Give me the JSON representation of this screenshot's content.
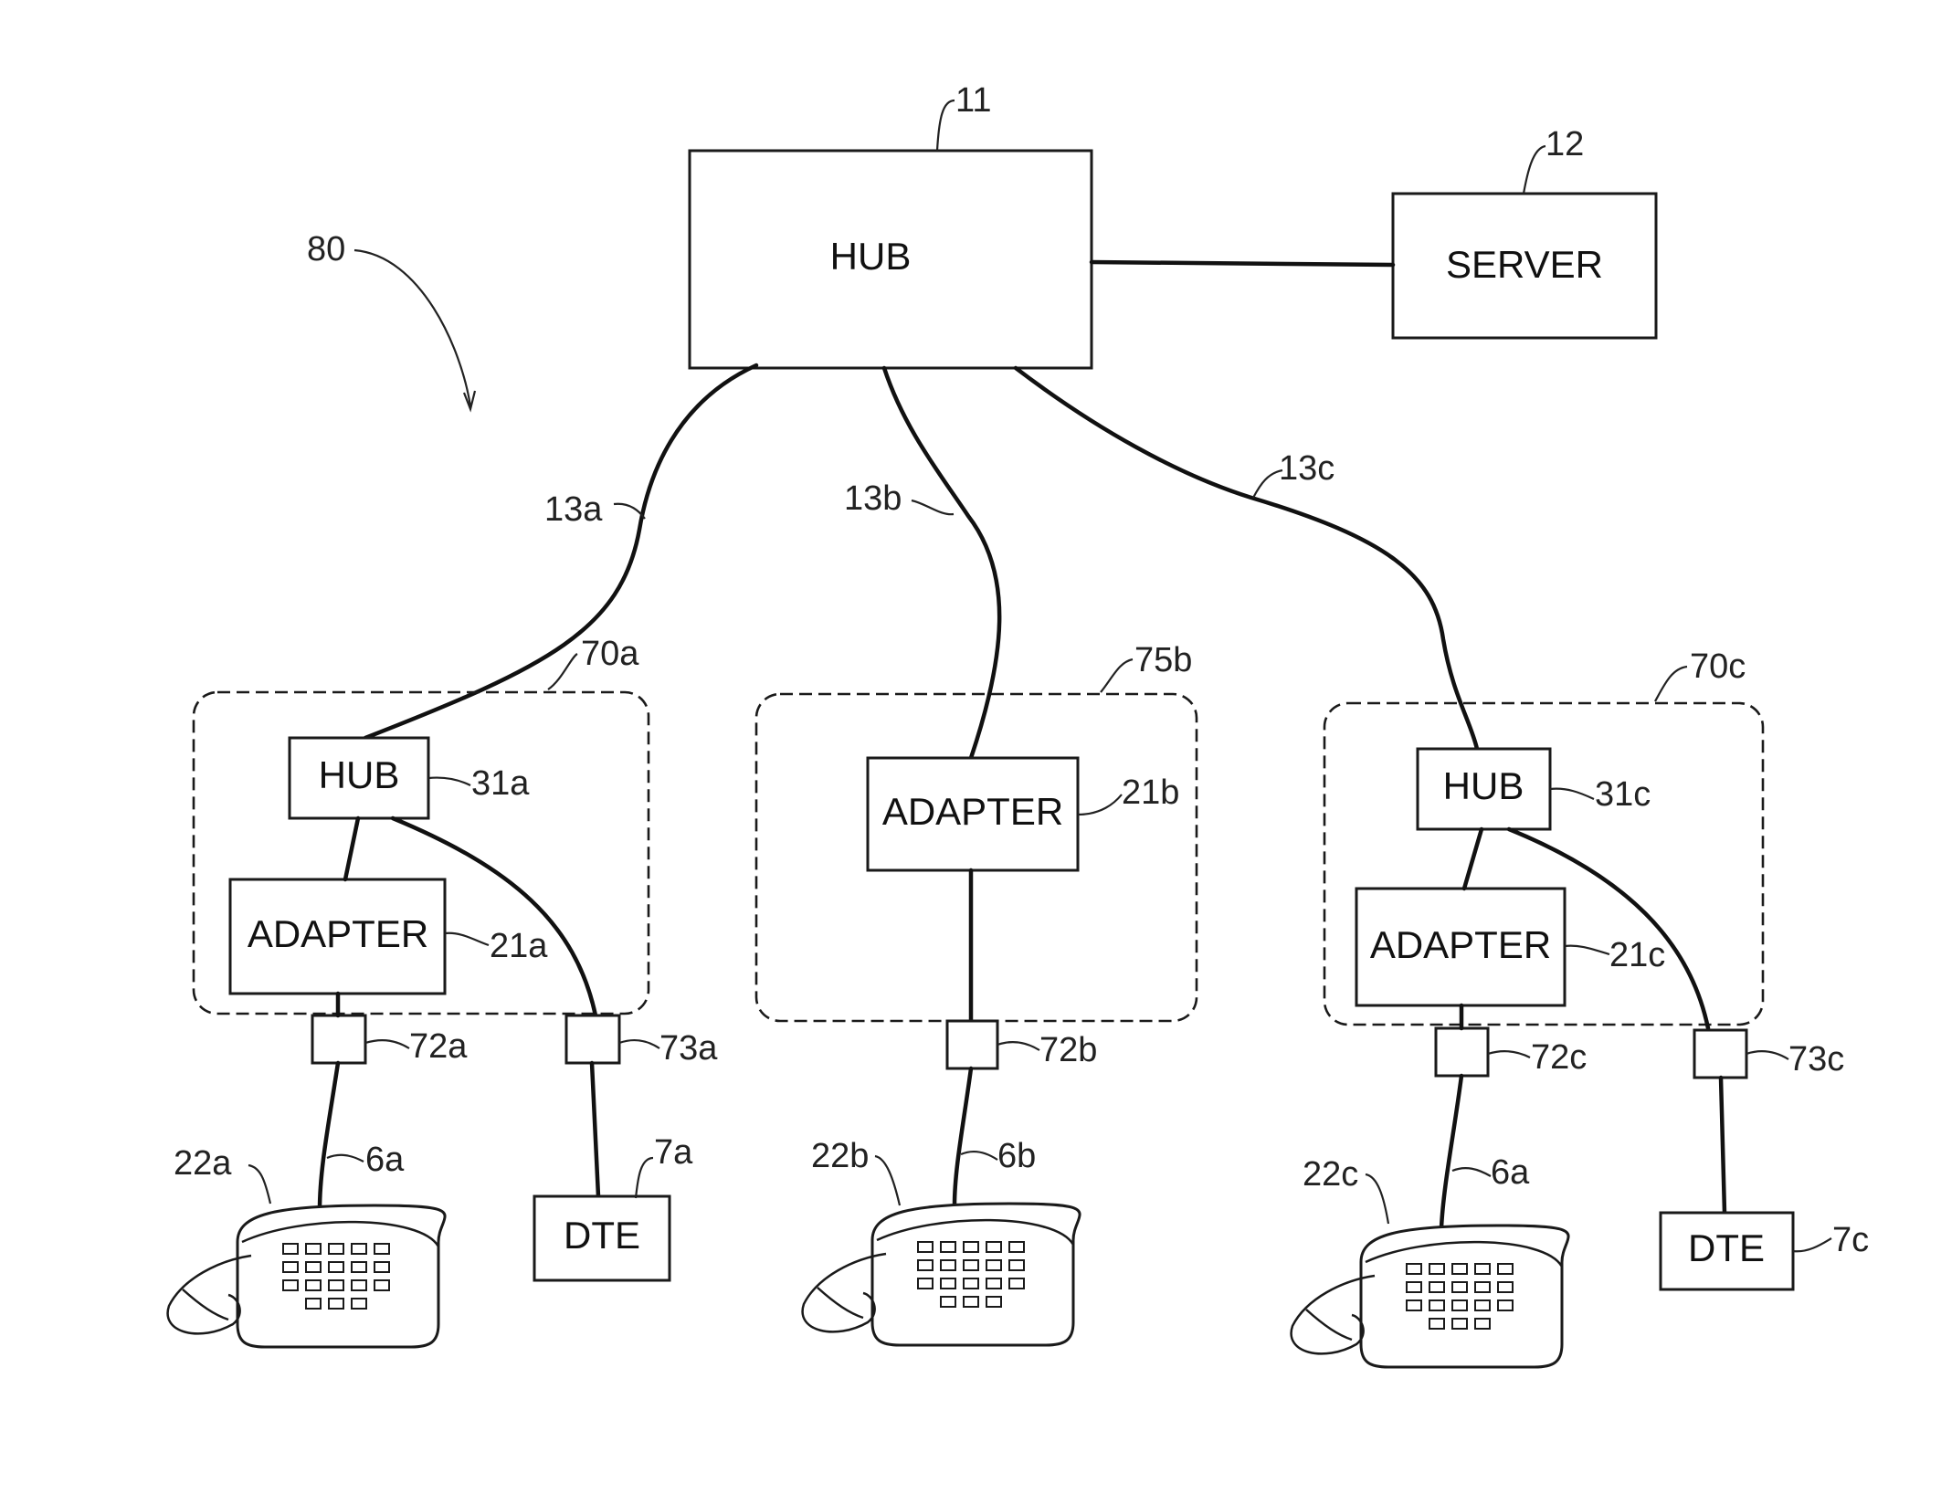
{
  "boxes": {
    "main_hub": "HUB",
    "server": "SERVER",
    "hub_a": "HUB",
    "adapter_a": "ADAPTER",
    "adapter_b": "ADAPTER",
    "hub_c": "HUB",
    "adapter_c": "ADAPTER",
    "dte_a": "DTE",
    "dte_c": "DTE"
  },
  "refs": {
    "r80": "80",
    "r11": "11",
    "r12": "12",
    "r13a": "13a",
    "r13b": "13b",
    "r13c": "13c",
    "r70a": "70a",
    "r75b": "75b",
    "r70c": "70c",
    "r31a": "31a",
    "r21a": "21a",
    "r21b": "21b",
    "r31c": "31c",
    "r21c": "21c",
    "r72a": "72a",
    "r73a": "73a",
    "r72b": "72b",
    "r72c": "72c",
    "r73c": "73c",
    "r22a": "22a",
    "r6a_left": "6a",
    "r7a": "7a",
    "r22b": "22b",
    "r6b": "6b",
    "r22c": "22c",
    "r6a_right": "6a",
    "r7c": "7c"
  }
}
